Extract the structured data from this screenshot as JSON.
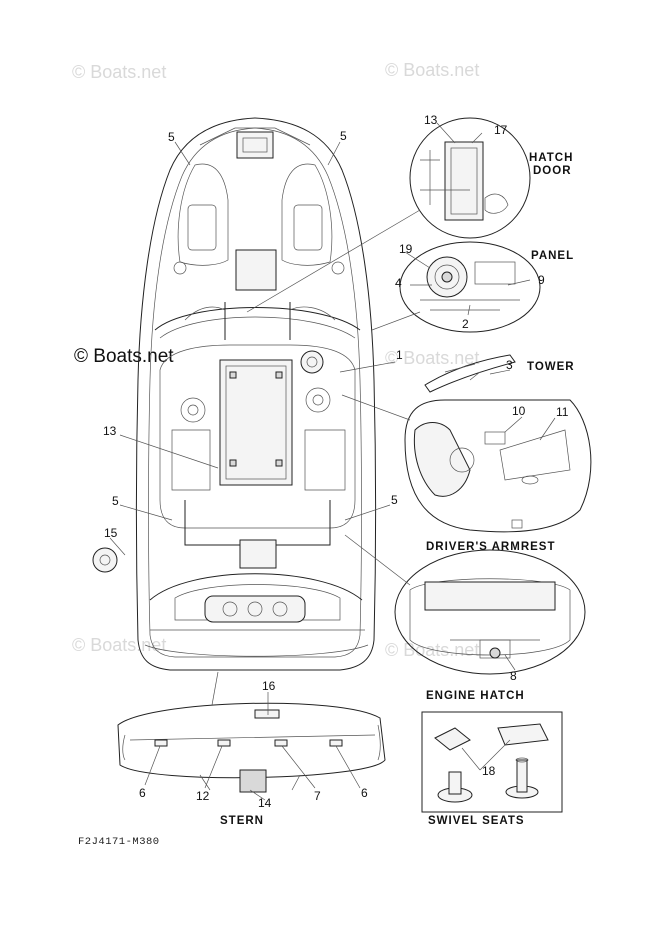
{
  "watermark": "© Boats.net",
  "watermark_main": "© Boats.net",
  "drawing_code": "F2J4171-M380",
  "titles": {
    "hatch_door_1": "HATCH",
    "hatch_door_2": "DOOR",
    "panel": "PANEL",
    "tower": "TOWER",
    "drivers_armrest": "DRIVER'S ARMREST",
    "engine_hatch": "ENGINE HATCH",
    "stern": "STERN",
    "swivel_seats": "SWIVEL SEATS"
  },
  "callouts": {
    "bow_left_5": "5",
    "bow_right_5": "5",
    "hatch_13": "13",
    "hatch_17": "17",
    "panel_19": "19",
    "panel_4": "4",
    "panel_9": "9",
    "panel_2": "2",
    "tower_1": "1",
    "tower_3": "3",
    "armrest_10": "10",
    "armrest_11": "11",
    "deck_13": "13",
    "mid_left_5": "5",
    "mid_right_5": "5",
    "side_15": "15",
    "engine_8": "8",
    "stern_16": "16",
    "stern_6_left": "6",
    "stern_12": "12",
    "stern_14": "14",
    "stern_7": "7",
    "stern_6_right": "6",
    "swivel_18": "18"
  }
}
